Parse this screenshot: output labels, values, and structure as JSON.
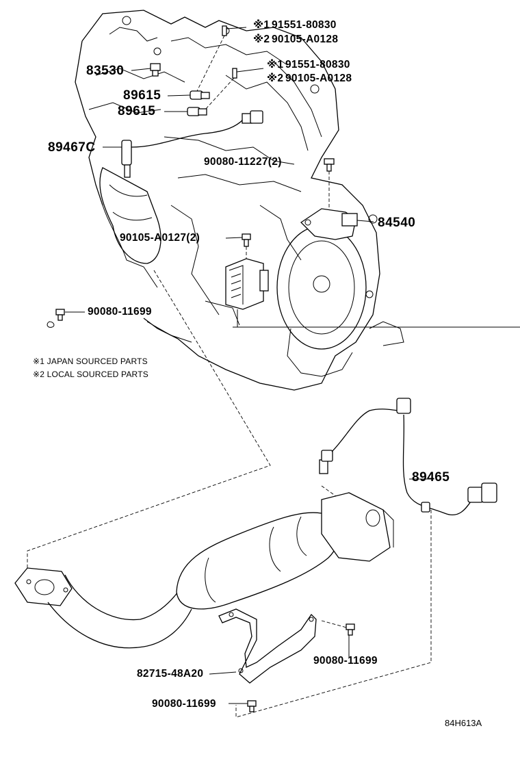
{
  "diagram": {
    "callouts": {
      "c1_mark": "※1",
      "c1_part": "91551-80830",
      "c2_mark": "※2",
      "c2_part": "90105-A0128",
      "c3_mark": "※1",
      "c3_part": "91551-80830",
      "c4_mark": "※2",
      "c4_part": "90105-A0128",
      "p83530": "83530",
      "p89615a": "89615",
      "p89615b": "89615",
      "p89467c": "89467C",
      "p90080_11227": "90080-11227(2)",
      "p84540": "84540",
      "p90105_a0127": "90105-A0127(2)",
      "p90080_11699_top": "90080-11699",
      "p89465": "89465",
      "p90080_11699_right": "90080-11699",
      "p82715": "82715-48A20",
      "p90080_11699_bottom": "90080-11699"
    },
    "notes": {
      "note1": "※1 JAPAN SOURCED PARTS",
      "note2": "※2 LOCAL SOURCED PARTS"
    },
    "drawing_code": "84H613A"
  }
}
